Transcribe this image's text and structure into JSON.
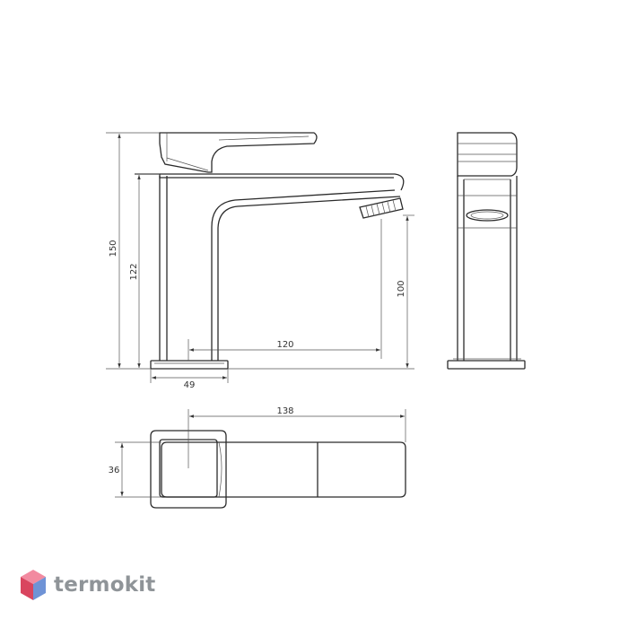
{
  "dimensions": {
    "total_height": "150",
    "spout_height": "122",
    "outlet_height": "100",
    "spout_reach": "120",
    "base_width": "49",
    "total_length": "138",
    "depth": "36"
  },
  "logo": {
    "text": "termokit",
    "colors": {
      "top": "#f28aa0",
      "left": "#d9455f",
      "right": "#6f93d6"
    }
  }
}
